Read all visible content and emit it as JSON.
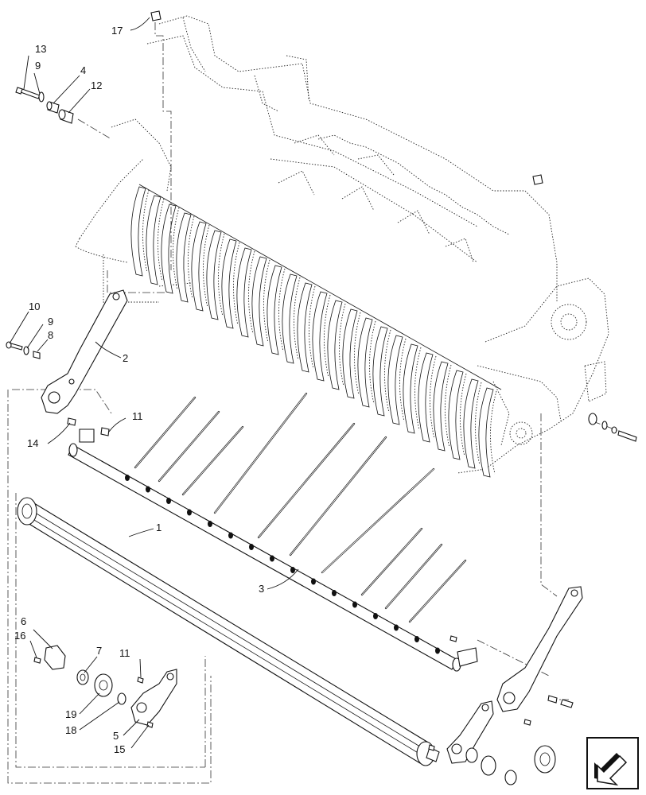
{
  "callouts": {
    "c1": "1",
    "c2": "2",
    "c3": "3",
    "c4": "4",
    "c5": "5",
    "c6": "6",
    "c7": "7",
    "c8": "8",
    "c9a": "9",
    "c9b": "9",
    "c10": "10",
    "c11a": "11",
    "c11b": "11",
    "c12": "12",
    "c13": "13",
    "c14": "14",
    "c15": "15",
    "c16": "16",
    "c17": "17",
    "c18": "18",
    "c19": "19"
  },
  "icons": {
    "navigation": "arrow-navigation-icon"
  }
}
